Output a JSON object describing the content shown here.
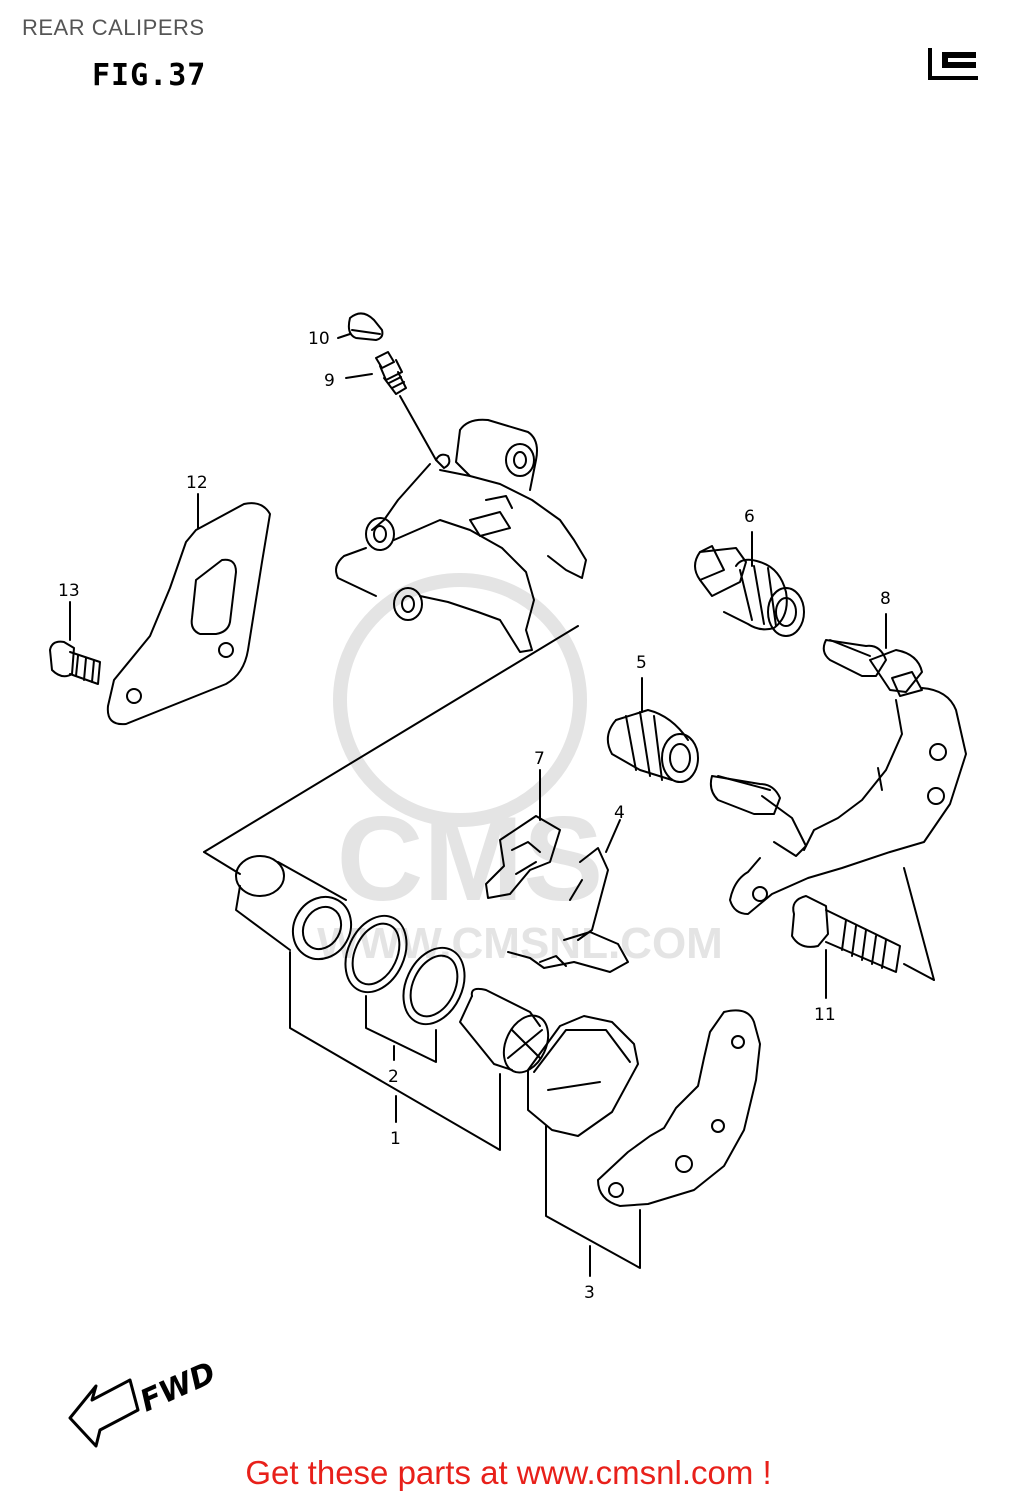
{
  "header": {
    "title": "REAR CALIPERS"
  },
  "figure": {
    "title": "FIG.37"
  },
  "callouts": {
    "c1": "1",
    "c2": "2",
    "c3": "3",
    "c4": "4",
    "c5": "5",
    "c6": "6",
    "c7": "7",
    "c8": "8",
    "c9": "9",
    "c10": "10",
    "c11": "11",
    "c12": "12",
    "c13": "13"
  },
  "direction": {
    "label": "FWD"
  },
  "watermark": {
    "brand": "CMS",
    "url": "WWW.CMSNL.COM"
  },
  "footer": {
    "text": "Get these parts at www.cmsnl.com !"
  },
  "colors": {
    "footer": "#e8201a",
    "watermark": "#dddddd",
    "line": "#000000"
  }
}
